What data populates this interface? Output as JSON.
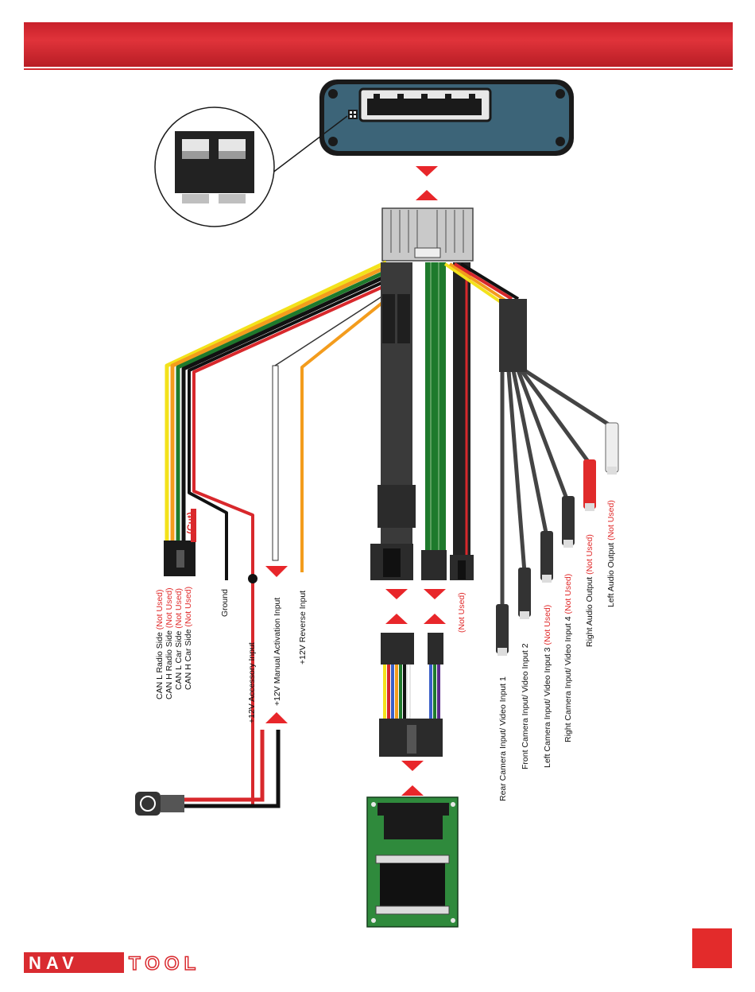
{
  "labels": {
    "can_l_radio": "CAN L Radio Side",
    "can_h_radio": "CAN H Radio Side",
    "can_l_car": "CAN L Car Side",
    "can_h_car": "CAN H Car Side",
    "not_used": "(Not Used)",
    "cut": "(Cut)",
    "ground": "Ground",
    "acc_input": "+12V Accessory Input",
    "manual_activation": "+12V Manual Activation Input",
    "reverse_input": "+12V Reverse Input",
    "rear_camera": "Rear Camera Input/ Video Input 1",
    "front_camera": "Front Camera Input/ Video Input 2",
    "left_camera": "Left Camera Input/ Video Input 3",
    "right_camera": "Right Camera Input/ Video Input 4",
    "right_audio": "Right Audio Output",
    "left_audio": "Left Audio Output"
  },
  "logo": {
    "part1": "NAV",
    "part2": "TOOL"
  },
  "colors": {
    "brand_red": "#d92b30",
    "arrow_red": "#e8262a",
    "module_blue": "#3c6478",
    "board_green": "#2f8a3c"
  }
}
